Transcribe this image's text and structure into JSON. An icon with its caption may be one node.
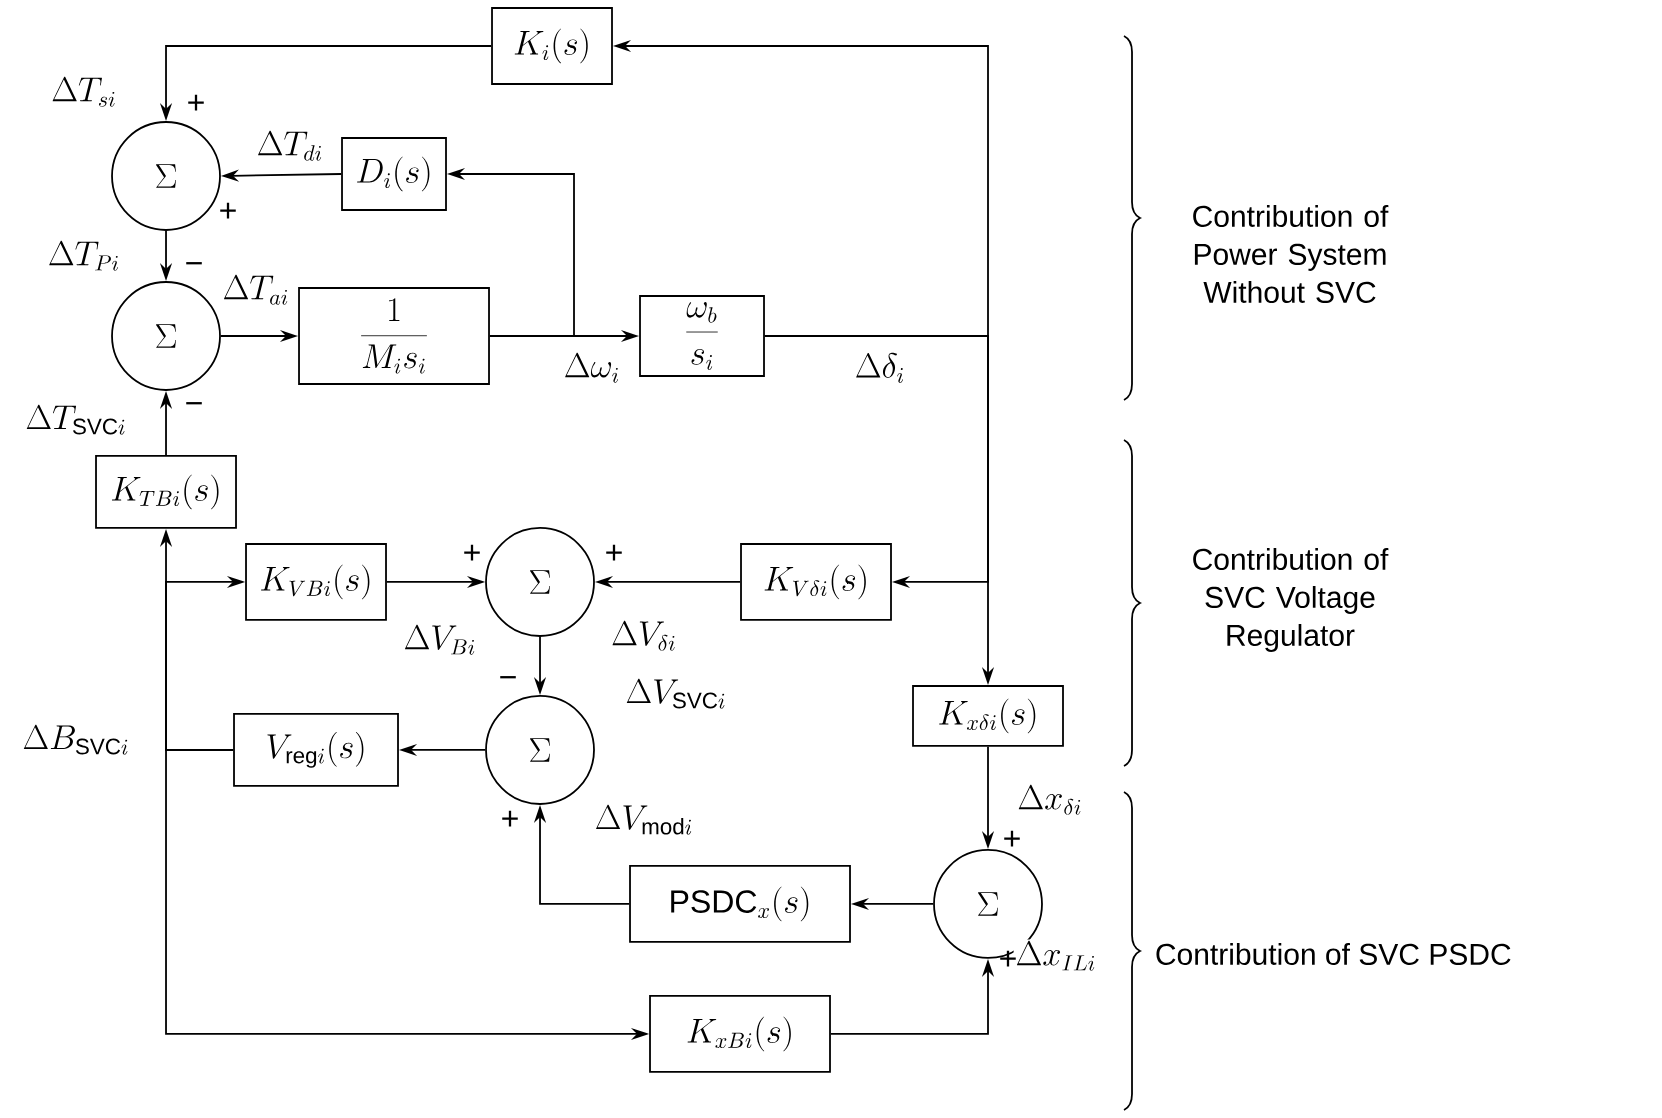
{
  "diagram": {
    "nodes": [
      {
        "text": [
          "\\Sigma"
        ]
      },
      {
        "text": [
          "D_i(s)"
        ]
      },
      {
        "text": [
          "\\Sigma"
        ]
      },
      {
        "text": [
          "\\frac{1}{M_i s_i}"
        ]
      },
      {
        "text": [
          "\\frac{\\omega_b}{s_i}"
        ]
      },
      {
        "text": [
          "K_i(s)"
        ]
      },
      {
        "text": [
          "K_{TBi}(s)"
        ]
      },
      {
        "text": [
          "K_{VBi}(s)"
        ]
      },
      {
        "text": [
          "\\Sigma"
        ]
      },
      {
        "text": [
          "K_{V\\delta i}(s)"
        ]
      },
      {
        "text": [
          "K_{x\\delta i}(s)"
        ]
      },
      {
        "text": [
          "\\Sigma"
        ]
      },
      {
        "text": [
          "V_{\\mathrm{reg}i}(s)"
        ]
      },
      {
        "text": [
          "\\mathrm{PSDC}_x(s)"
        ]
      },
      {
        "text": [
          "\\Sigma"
        ]
      },
      {
        "text": [
          "K_{xBi}(s)"
        ]
      }
    ],
    "edges": [
      {
        "from": 5,
        "to": 0,
        "arrow": "to",
        "label": "\\Delta T_{si}"
      },
      {
        "from": 1,
        "to": 0,
        "arrow": "to",
        "label": "\\Delta T_{di}"
      },
      {
        "from": 0,
        "to": 2,
        "arrow": "to",
        "label": "\\Delta T_{Pi}"
      },
      {
        "from": 2,
        "to": 3,
        "arrow": "to",
        "label": "\\Delta T_{ai}"
      },
      {
        "from": 3,
        "to": 1,
        "arrow": "to"
      },
      {
        "from": 3,
        "to": 4,
        "arrow": "to",
        "label": "\\Delta\\omega_i"
      },
      {
        "from": 4,
        "to": 5,
        "arrow": "to",
        "label": "\\Delta\\delta_i"
      },
      {
        "from": 4,
        "to": 9,
        "arrow": "to"
      },
      {
        "from": 4,
        "to": 10,
        "arrow": "to"
      },
      {
        "from": 6,
        "to": 2,
        "arrow": "to",
        "label": "\\Delta T_{\\mathrm{SVC}i}"
      },
      {
        "from": 7,
        "to": 8,
        "arrow": "to",
        "label": "\\Delta V_{Bi}"
      },
      {
        "from": 9,
        "to": 8,
        "arrow": "to",
        "label": "\\Delta V_{\\delta i}"
      },
      {
        "from": 8,
        "to": 11,
        "arrow": "to",
        "label": "\\Delta V_{\\mathrm{SVC}i}"
      },
      {
        "from": 11,
        "to": 12,
        "arrow": "to"
      },
      {
        "from": 12,
        "to": 6,
        "arrow": "to",
        "label": "\\Delta B_{\\mathrm{SVC}i}"
      },
      {
        "from": 12,
        "to": 7,
        "arrow": "to"
      },
      {
        "from": 12,
        "to": 15,
        "arrow": "to"
      },
      {
        "from": 10,
        "to": 14,
        "arrow": "to",
        "label": "\\Delta x_{\\delta i}"
      },
      {
        "from": 15,
        "to": 14,
        "arrow": "to",
        "label": "\\Delta x_{ILi}"
      },
      {
        "from": 14,
        "to": 13,
        "arrow": "to"
      },
      {
        "from": 13,
        "to": 11,
        "arrow": "to",
        "label": "\\Delta V_{\\mathrm{mod}i}"
      }
    ],
    "labels": [
      "+",
      "+",
      "−",
      "−",
      "+",
      "+",
      "−",
      "+",
      "+",
      "+",
      "Contribution of Power System Without SVC",
      "Contribution of SVC Voltage Regulator",
      "Contribution of SVC PSDC"
    ]
  }
}
